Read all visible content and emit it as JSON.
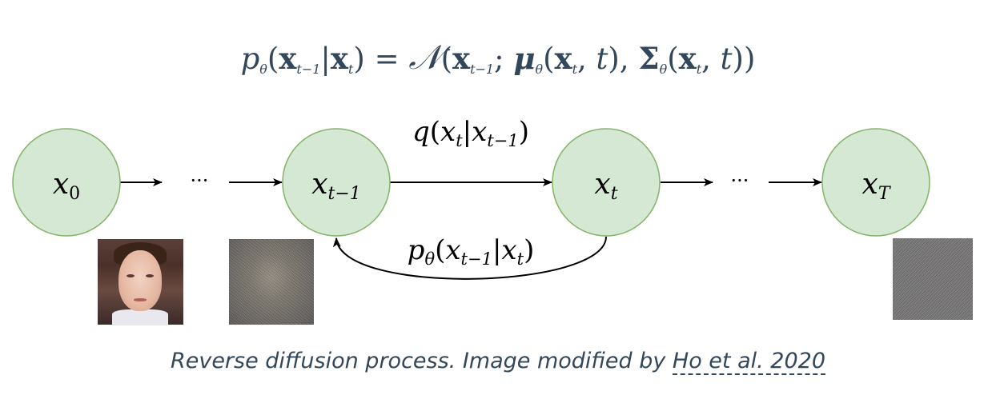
{
  "formula": {
    "lhs_p": "p",
    "lhs_theta": "θ",
    "lhs_x1": "x",
    "lhs_x1_sub": "t−1",
    "lhs_x2": "x",
    "lhs_x2_sub": "t",
    "normal": "𝒩",
    "arg_x": "x",
    "arg_x_sub": "t−1",
    "mu": "μ",
    "mu_sub": "θ",
    "mu_x": "x",
    "mu_x_sub": "t",
    "t1": "t",
    "sigma": "Σ",
    "sigma_sub": "θ",
    "sigma_x": "x",
    "sigma_x_sub": "t",
    "t2": "t"
  },
  "nodes": [
    {
      "main": "x",
      "sub": "0"
    },
    {
      "main": "x",
      "sub": "t−1"
    },
    {
      "main": "x",
      "sub": "t"
    },
    {
      "main": "x",
      "sub": "T"
    }
  ],
  "ellipsis": "···",
  "forward_label": {
    "q": "q",
    "x1": "x",
    "x1_sub": "t",
    "x2": "x",
    "x2_sub": "t−1"
  },
  "reverse_label": {
    "p": "p",
    "p_sub": "θ",
    "x1": "x",
    "x1_sub": "t−1",
    "x2": "x",
    "x2_sub": "t"
  },
  "caption": {
    "text": "Reverse diffusion process. Image modified by ",
    "link": "Ho et al. 2020"
  }
}
